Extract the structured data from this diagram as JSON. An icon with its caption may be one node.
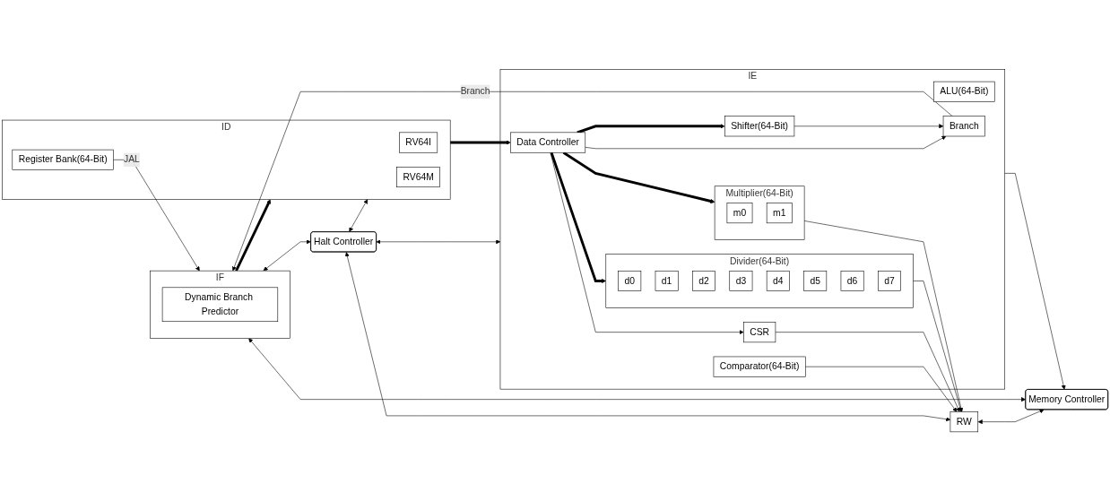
{
  "diagram": {
    "nodes": [
      {
        "text": [
          "Halt Controller"
        ]
      },
      {
        "text": [
          "IF"
        ]
      },
      {
        "text": [
          "Dynamic Branch Predictor"
        ],
        "in": 1
      },
      {
        "text": [
          "ID"
        ]
      },
      {
        "text": [
          "RV64I"
        ],
        "in": 3
      },
      {
        "text": [
          "RV64M"
        ],
        "in": 3
      },
      {
        "text": [
          "Register Bank(64-Bit)"
        ],
        "in": 3
      },
      {
        "text": [
          "IE"
        ]
      },
      {
        "text": [
          "Data Controller"
        ],
        "in": 7
      },
      {
        "text": [
          "Divider(64-Bit)"
        ],
        "in": 7
      },
      {
        "text": [
          "d0"
        ],
        "in": 9
      },
      {
        "text": [
          "d1"
        ],
        "in": 9
      },
      {
        "text": [
          "d2"
        ],
        "in": 9
      },
      {
        "text": [
          "d3"
        ],
        "in": 9
      },
      {
        "text": [
          "d4"
        ],
        "in": 9
      },
      {
        "text": [
          "d5"
        ],
        "in": 9
      },
      {
        "text": [
          "d6"
        ],
        "in": 9
      },
      {
        "text": [
          "d7"
        ],
        "in": 9
      },
      {
        "text": [
          "Multiplier(64-Bit)"
        ],
        "in": 7
      },
      {
        "text": [
          "m0"
        ],
        "in": 18
      },
      {
        "text": [
          "m1"
        ],
        "in": 18
      },
      {
        "text": [
          "ALU(64-Bit)"
        ],
        "in": 7
      },
      {
        "text": [
          "Shifter(64-Bit)"
        ],
        "in": 7
      },
      {
        "text": [
          "Comparator(64-Bit)"
        ],
        "in": 7
      },
      {
        "text": [
          "Branch"
        ],
        "in": 7
      },
      {
        "text": [
          "CSR"
        ],
        "in": 7
      },
      {
        "text": [
          "RW"
        ]
      },
      {
        "text": [
          "Memory Controller"
        ]
      }
    ],
    "edges": [
      {
        "from": 0,
        "to": 1,
        "arrow": "both"
      },
      {
        "from": 0,
        "to": 3,
        "arrow": "both"
      },
      {
        "from": 0,
        "to": 7,
        "arrow": "both"
      },
      {
        "from": 0,
        "to": 26,
        "arrow": "both"
      },
      {
        "from": 1,
        "to": 3,
        "arrow": "to",
        "style": "thick"
      },
      {
        "from": 3,
        "to": 8,
        "arrow": "to",
        "style": "thick"
      },
      {
        "from": 8,
        "to": 9,
        "arrow": "to",
        "style": "thick"
      },
      {
        "from": 8,
        "to": 18,
        "arrow": "to",
        "style": "thick"
      },
      {
        "from": 8,
        "to": 24,
        "arrow": "to"
      },
      {
        "from": 8,
        "to": 22,
        "arrow": "to",
        "style": "thick"
      },
      {
        "from": 8,
        "to": 25,
        "arrow": "to"
      },
      {
        "from": 22,
        "to": 24,
        "arrow": "to"
      },
      {
        "from": 9,
        "to": 26,
        "arrow": "to"
      },
      {
        "from": 18,
        "to": 26,
        "arrow": "to"
      },
      {
        "from": 23,
        "to": 26,
        "arrow": "to"
      },
      {
        "from": 25,
        "to": 26,
        "arrow": "to"
      },
      {
        "from": 24,
        "to": 1,
        "arrow": "to",
        "label": "Branch"
      },
      {
        "from": 6,
        "to": 1,
        "arrow": "to",
        "label": "JAL"
      },
      {
        "from": 1,
        "to": 27,
        "arrow": "both"
      },
      {
        "from": 7,
        "to": 27,
        "arrow": "to"
      },
      {
        "from": 26,
        "to": 27,
        "arrow": "both"
      }
    ]
  }
}
